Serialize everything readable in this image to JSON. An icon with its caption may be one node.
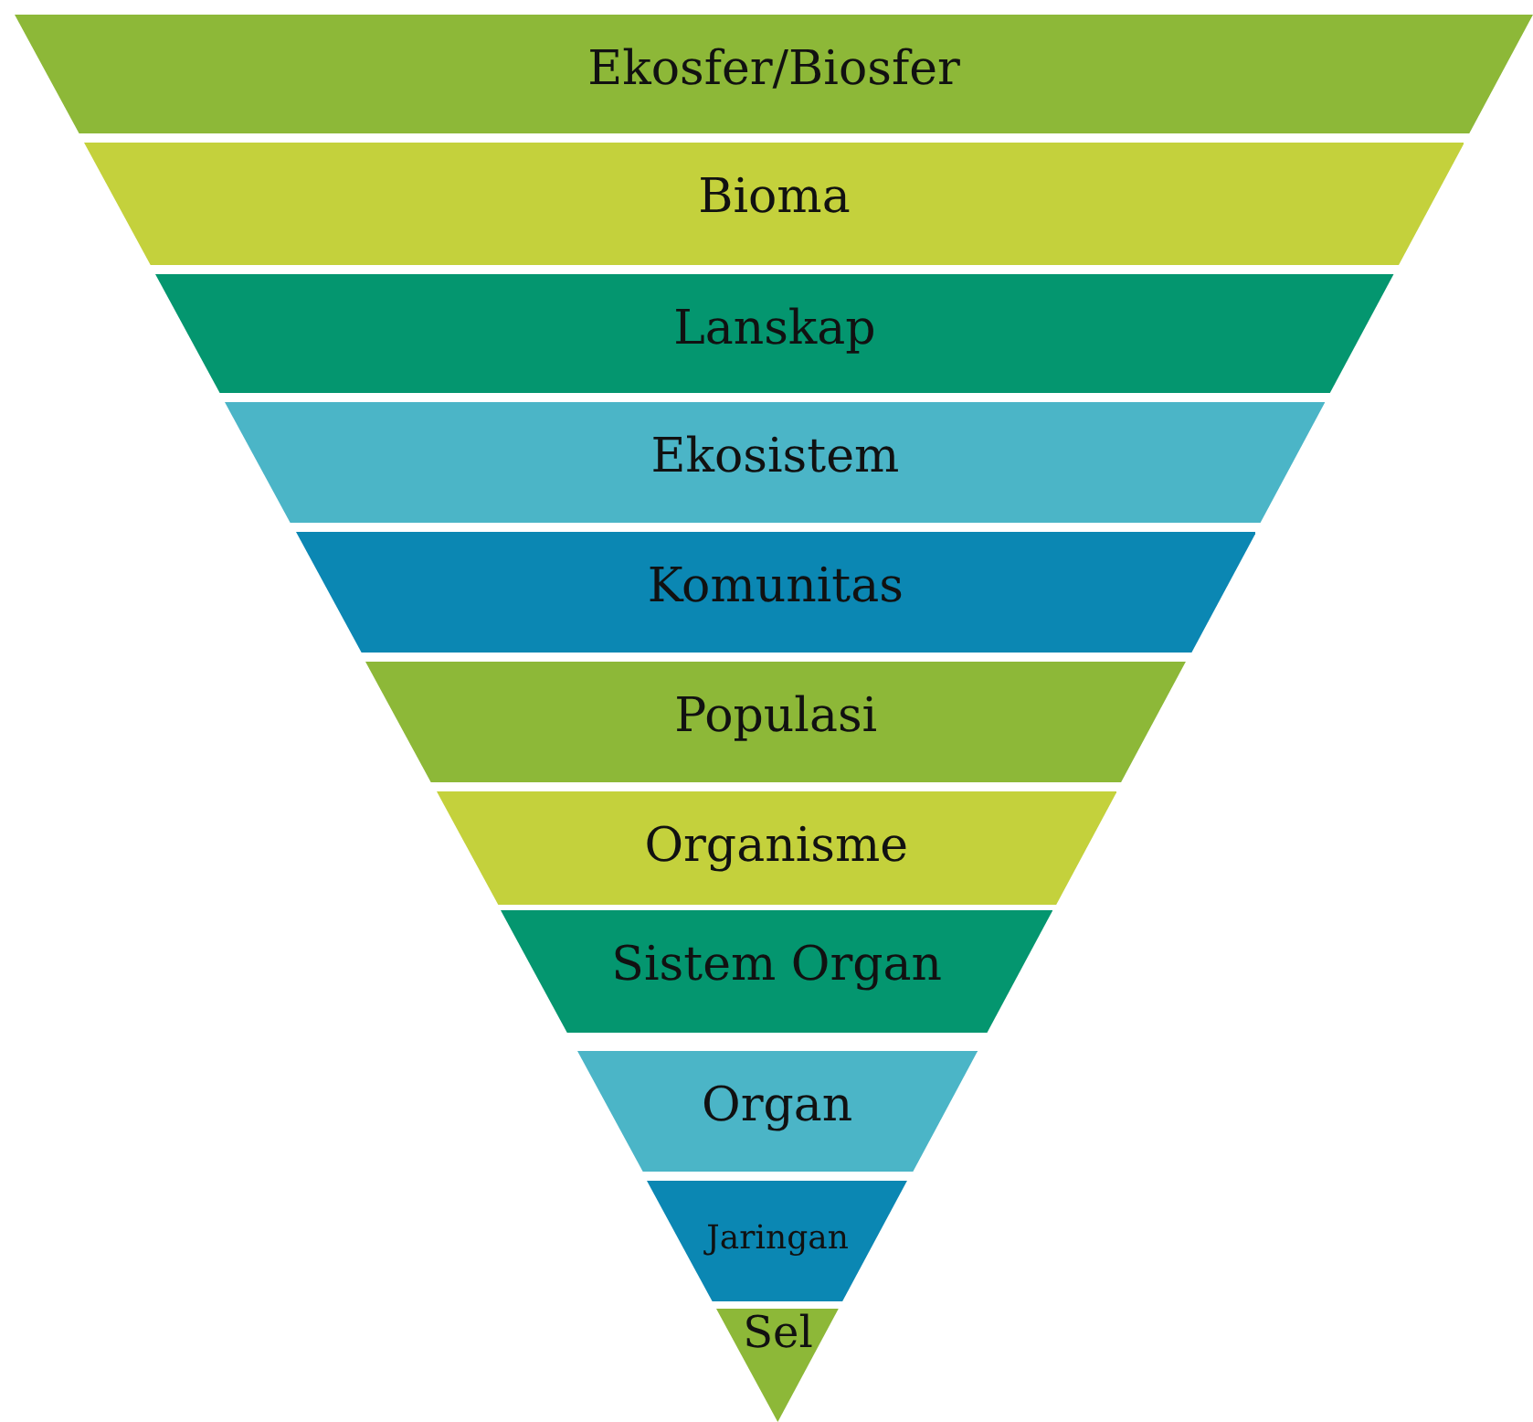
{
  "diagram": {
    "nodes": [
      {
        "text": [
          "Ekosfer/Biosfer"
        ]
      },
      {
        "text": [
          "Bioma"
        ]
      },
      {
        "text": [
          "Lanskap"
        ]
      },
      {
        "text": [
          "Ekosistem"
        ]
      },
      {
        "text": [
          "Komunitas"
        ]
      },
      {
        "text": [
          "Populasi"
        ]
      },
      {
        "text": [
          "Organisme"
        ]
      },
      {
        "text": [
          "Sistem Organ"
        ]
      },
      {
        "text": [
          "Organ"
        ]
      },
      {
        "text": [
          "Jaringan"
        ]
      },
      {
        "text": [
          "Sel"
        ]
      }
    ]
  }
}
